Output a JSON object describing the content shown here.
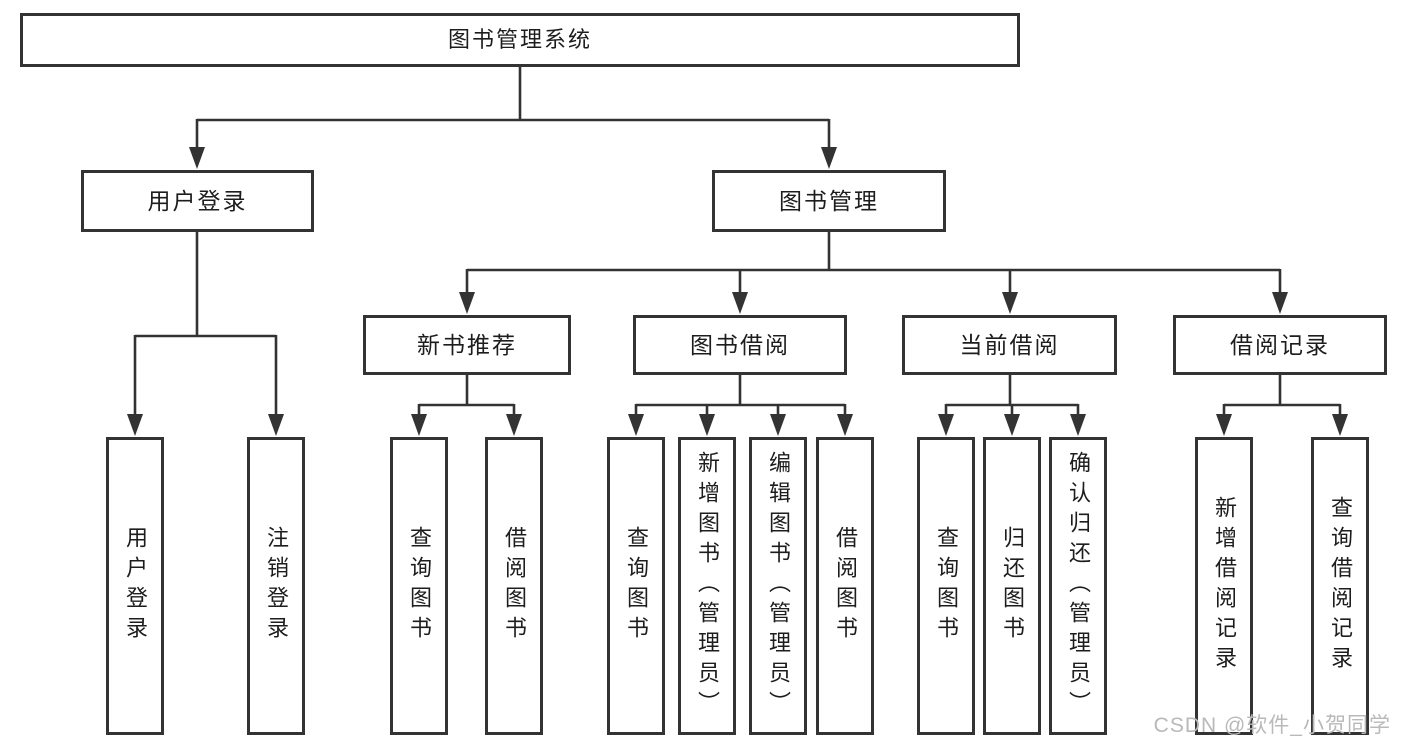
{
  "tree": {
    "root": {
      "label": "图书管理系统"
    },
    "level2": {
      "user_login": {
        "label": "用户登录"
      },
      "book_mgmt": {
        "label": "图书管理"
      }
    },
    "level3": {
      "new_books": {
        "label": "新书推荐"
      },
      "book_borrow": {
        "label": "图书借阅"
      },
      "current_borrow": {
        "label": "当前借阅"
      },
      "borrow_records": {
        "label": "借阅记录"
      }
    },
    "leaves": {
      "user_login": [
        "用户登录",
        "注销登录"
      ],
      "new_books": [
        "查询图书",
        "借阅图书"
      ],
      "book_borrow": [
        "查询图书",
        "新增图书（管理员）",
        "编辑图书（管理员）",
        "借阅图书"
      ],
      "current_borrow": [
        "查询图书",
        "归还图书",
        "确认归还（管理员）"
      ],
      "borrow_records": [
        "新增借阅记录",
        "查询借阅记录"
      ]
    }
  },
  "watermark": "CSDN @软件_小贺同学",
  "colors": {
    "line": "#333333",
    "text": "#1d1d1d",
    "watermark": "#b9b9b9",
    "background": "#ffffff"
  }
}
